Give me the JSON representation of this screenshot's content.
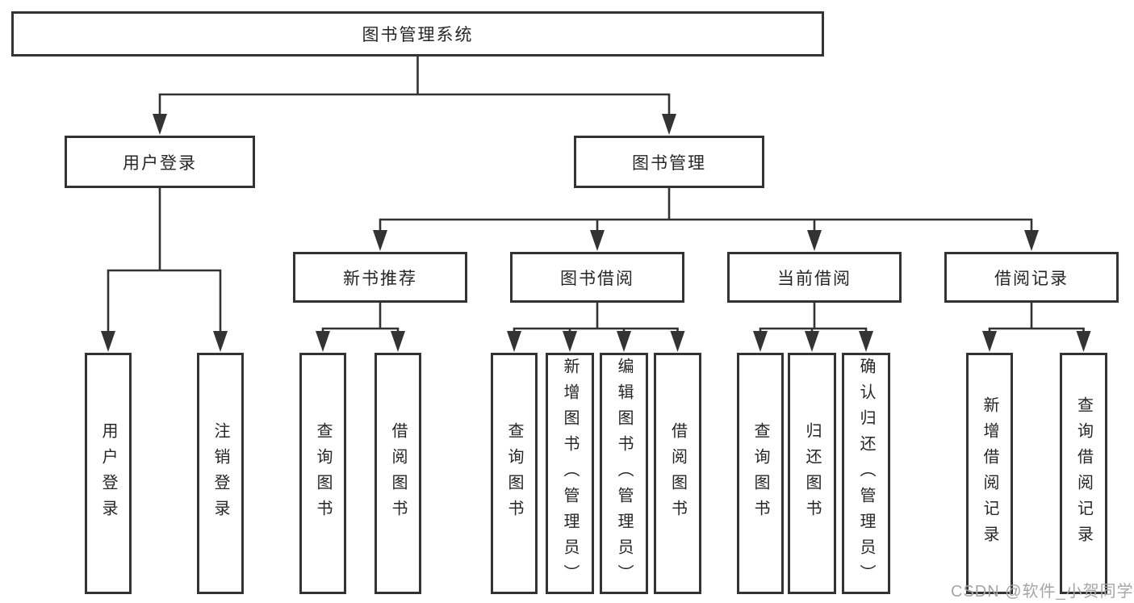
{
  "diagram_type": "hierarchy-tree",
  "tree": {
    "root": {
      "label": "图书管理系统",
      "children": [
        {
          "label": "用户登录",
          "children": [
            {
              "label": "用户登录"
            },
            {
              "label": "注销登录"
            }
          ]
        },
        {
          "label": "图书管理",
          "children": [
            {
              "label": "新书推荐",
              "children": [
                {
                  "label": "查询图书"
                },
                {
                  "label": "借阅图书"
                }
              ]
            },
            {
              "label": "图书借阅",
              "children": [
                {
                  "label": "查询图书"
                },
                {
                  "label": "新增图书（管理员）"
                },
                {
                  "label": "编辑图书（管理员）"
                },
                {
                  "label": "借阅图书"
                }
              ]
            },
            {
              "label": "当前借阅",
              "children": [
                {
                  "label": "查询图书"
                },
                {
                  "label": "归还图书"
                },
                {
                  "label": "确认归还（管理员）"
                }
              ]
            },
            {
              "label": "借阅记录",
              "children": [
                {
                  "label": "新增借阅记录"
                },
                {
                  "label": "查询借阅记录"
                }
              ]
            }
          ]
        }
      ]
    }
  },
  "watermark": {
    "text": "CSDN @软件_小贺同学"
  },
  "colors": {
    "line": "#333333",
    "box_border": "#333333",
    "text": "#262626",
    "background": "#ffffff",
    "watermark": "#a6a6a6"
  }
}
